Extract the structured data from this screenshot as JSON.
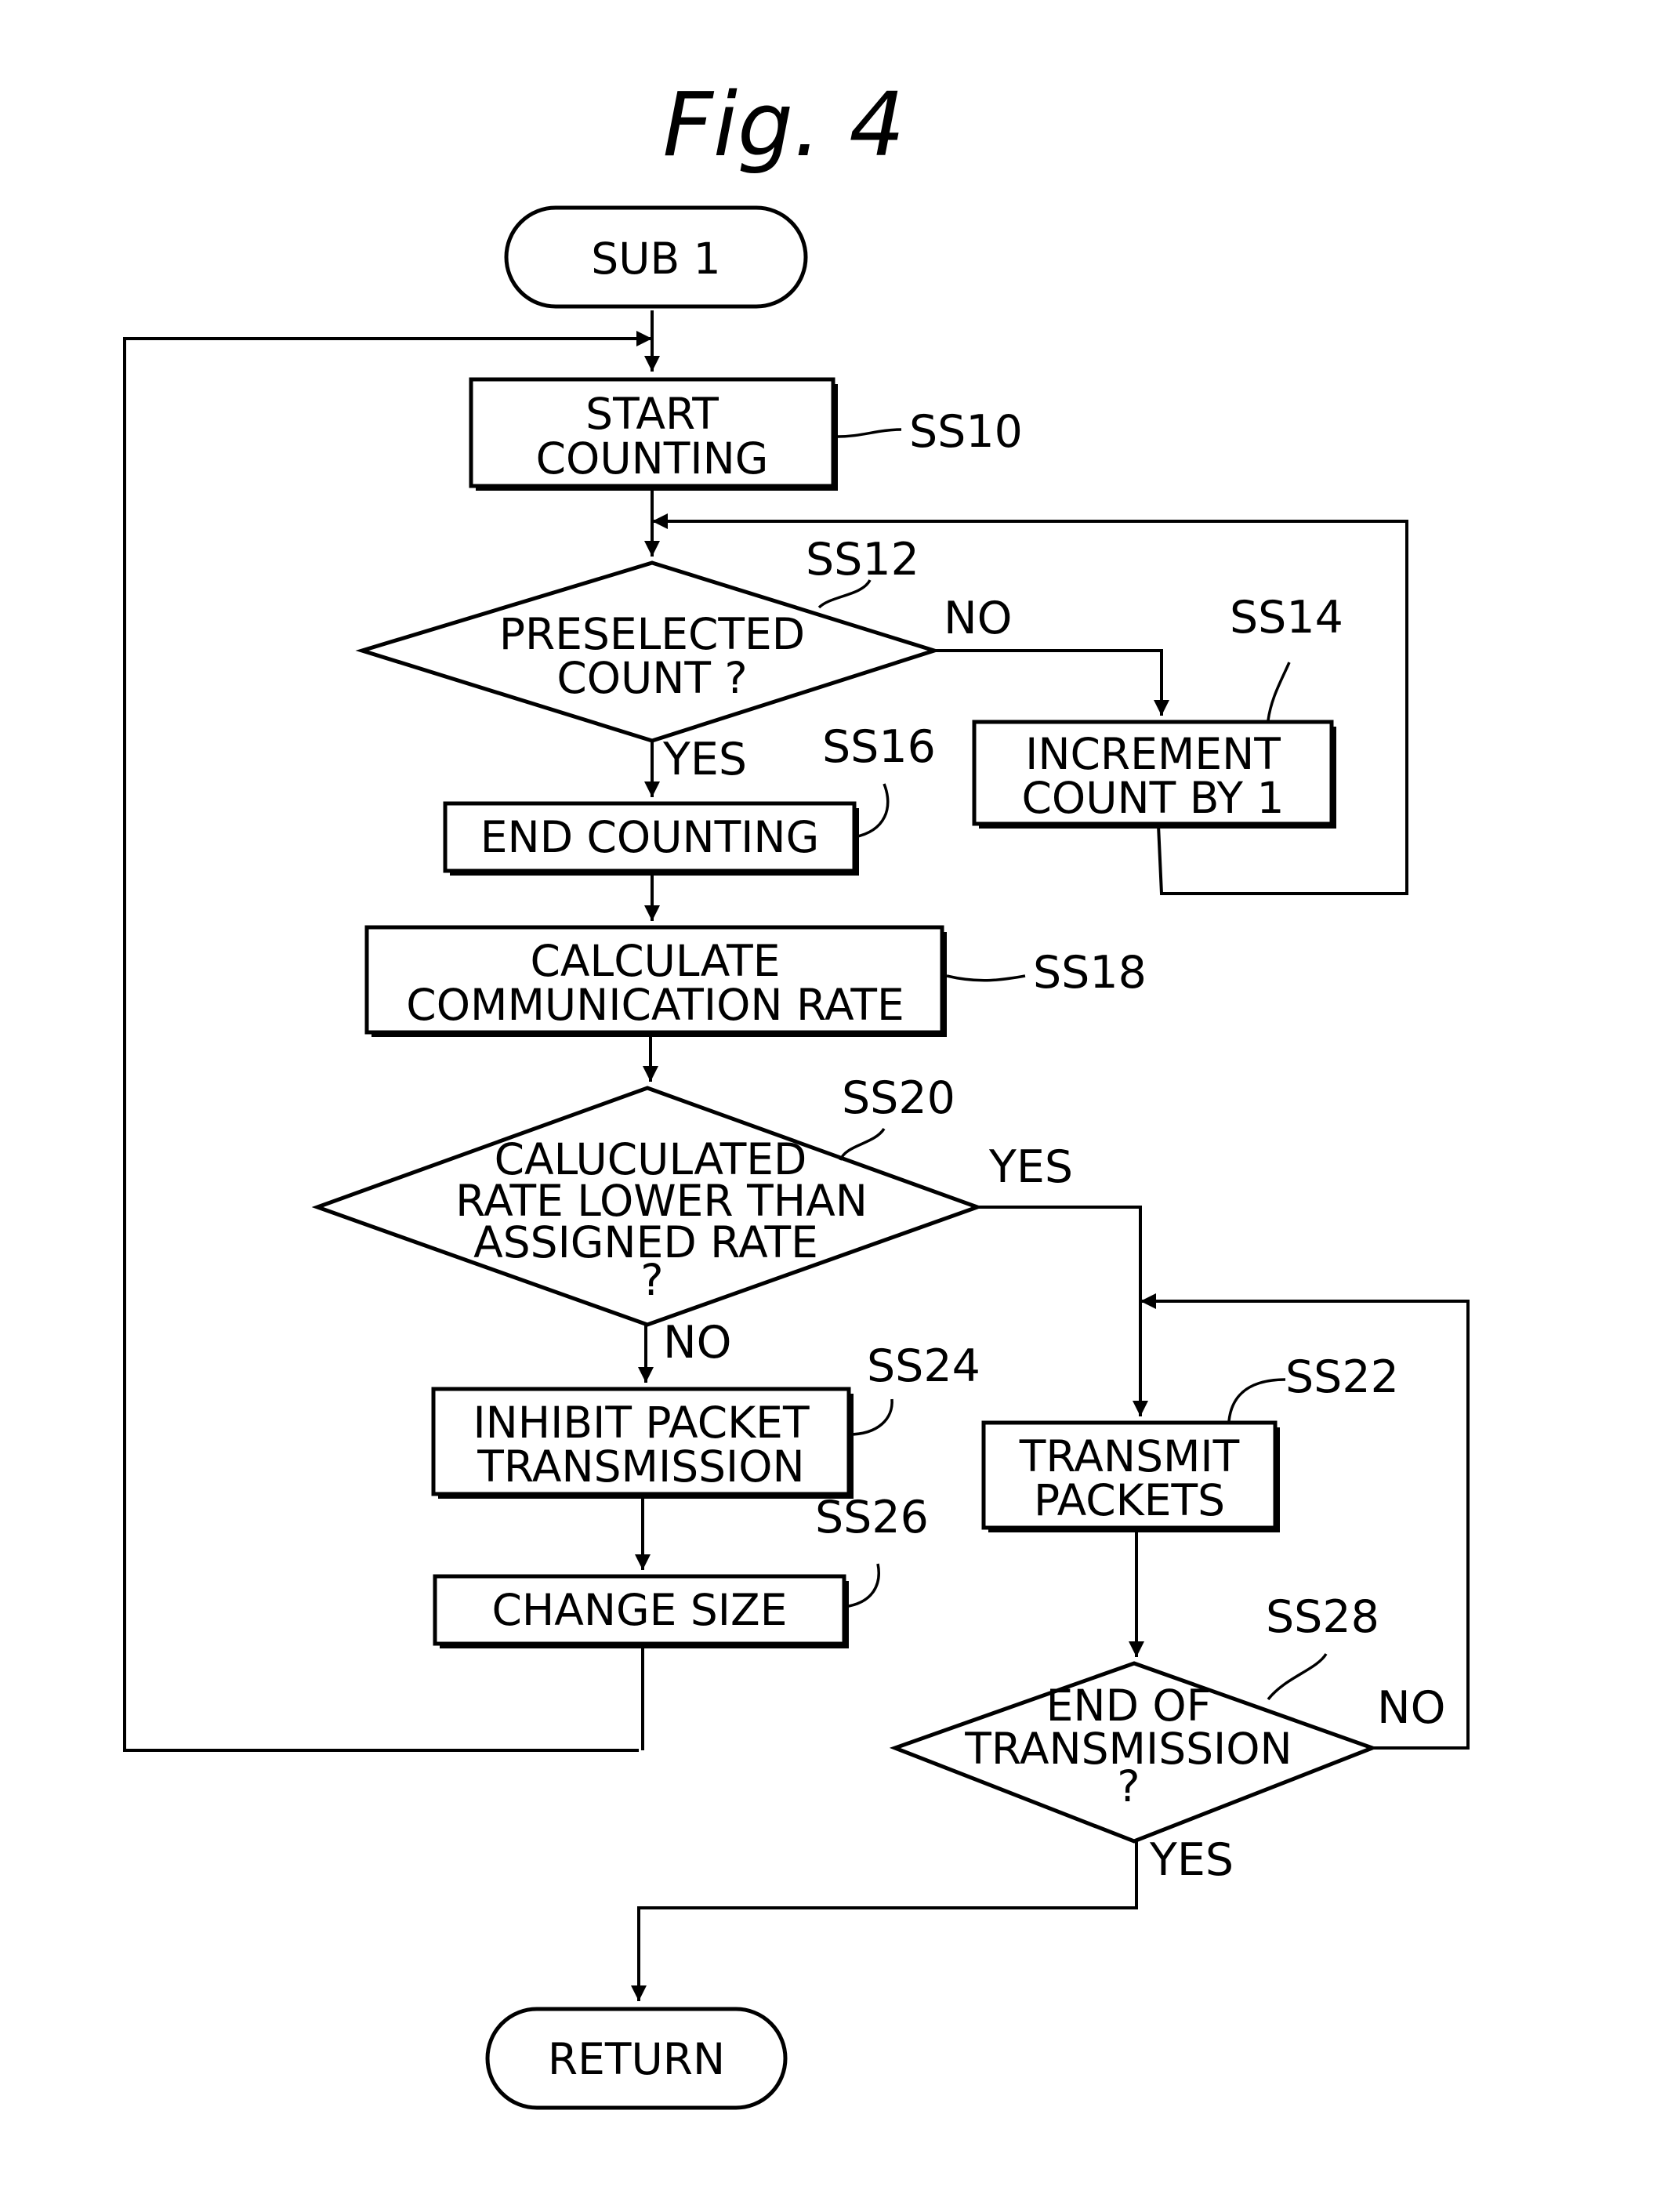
{
  "figure": {
    "title": "Fig. 4"
  },
  "nodes": {
    "sub1": "SUB 1",
    "ss10": [
      "START",
      "COUNTING"
    ],
    "ss12": [
      "PRESELECTED",
      "COUNT ?"
    ],
    "ss14": [
      "INCREMENT",
      "COUNT BY 1"
    ],
    "ss16": [
      "END COUNTING"
    ],
    "ss18": [
      "CALCULATE",
      "COMMUNICATION RATE"
    ],
    "ss20": [
      "CALUCULATED",
      "RATE LOWER THAN",
      "ASSIGNED RATE",
      "?"
    ],
    "ss22": [
      "TRANSMIT",
      "PACKETS"
    ],
    "ss24": [
      "INHIBIT PACKET",
      "TRANSMISSION"
    ],
    "ss26": [
      "CHANGE SIZE"
    ],
    "ss28": [
      "END OF",
      "TRANSMISSION",
      "?"
    ],
    "return": "RETURN"
  },
  "refs": {
    "ss10": "SS10",
    "ss12": "SS12",
    "ss14": "SS14",
    "ss16": "SS16",
    "ss18": "SS18",
    "ss20": "SS20",
    "ss22": "SS22",
    "ss24": "SS24",
    "ss26": "SS26",
    "ss28": "SS28"
  },
  "branches": {
    "ss12_no": "NO",
    "ss12_yes": "YES",
    "ss20_yes": "YES",
    "ss20_no": "NO",
    "ss28_no": "NO",
    "ss28_yes": "YES"
  },
  "edges": [
    {
      "from": "sub1",
      "to": "ss10"
    },
    {
      "from": "ss10",
      "to": "ss12"
    },
    {
      "from": "ss12",
      "to": "ss14",
      "label": "NO"
    },
    {
      "from": "ss14",
      "to": "ss12"
    },
    {
      "from": "ss12",
      "to": "ss16",
      "label": "YES"
    },
    {
      "from": "ss16",
      "to": "ss18"
    },
    {
      "from": "ss18",
      "to": "ss20"
    },
    {
      "from": "ss20",
      "to": "ss22",
      "label": "YES"
    },
    {
      "from": "ss20",
      "to": "ss24",
      "label": "NO"
    },
    {
      "from": "ss24",
      "to": "ss26"
    },
    {
      "from": "ss26",
      "to": "ss10"
    },
    {
      "from": "ss22",
      "to": "ss28"
    },
    {
      "from": "ss28",
      "to": "ss22",
      "label": "NO"
    },
    {
      "from": "ss28",
      "to": "return",
      "label": "YES"
    }
  ]
}
